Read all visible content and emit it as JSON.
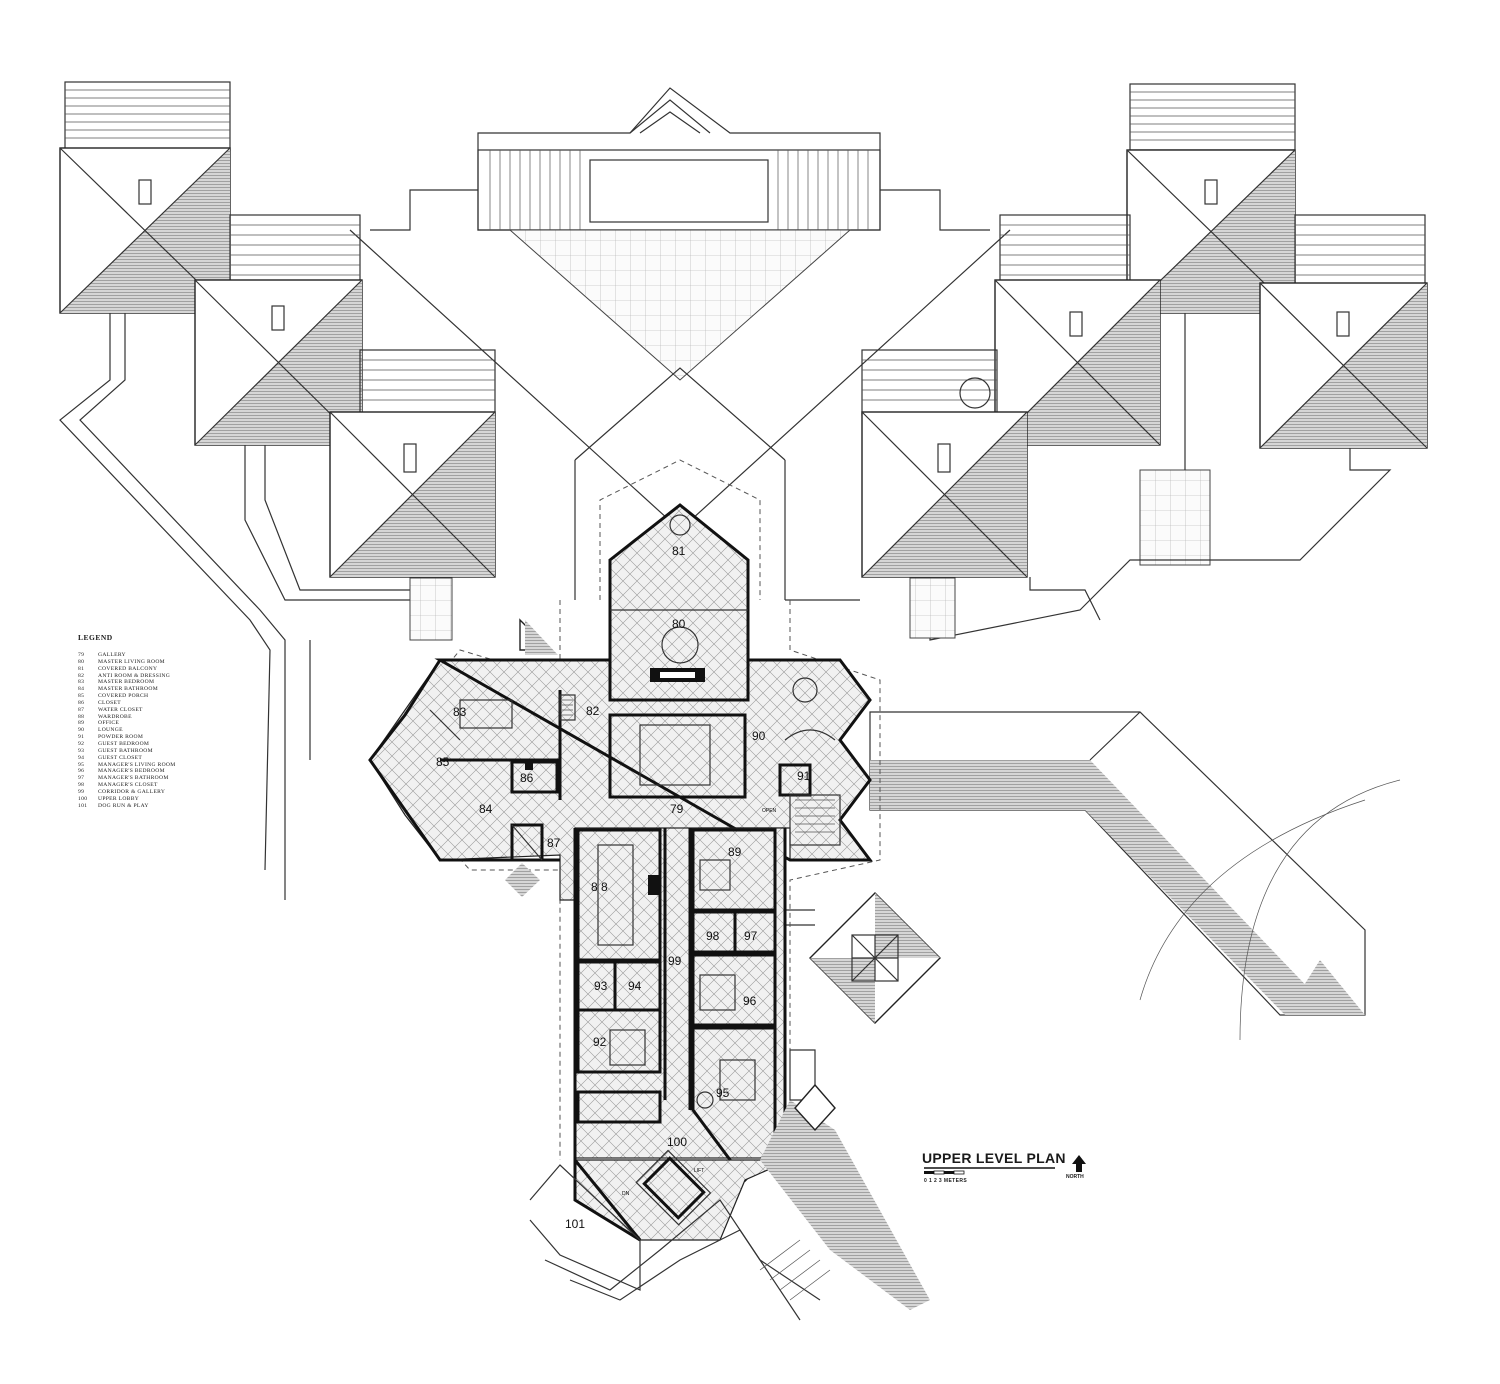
{
  "legend": {
    "title": "LEGEND",
    "items": [
      {
        "num": "79",
        "label": "GALLERY"
      },
      {
        "num": "80",
        "label": "MASTER LIVING ROOM"
      },
      {
        "num": "81",
        "label": "COVERED BALCONY"
      },
      {
        "num": "82",
        "label": "ANTI ROOM & DRESSING"
      },
      {
        "num": "83",
        "label": "MASTER BEDROOM"
      },
      {
        "num": "84",
        "label": "MASTER BATHROOM"
      },
      {
        "num": "85",
        "label": "COVERED PORCH"
      },
      {
        "num": "86",
        "label": "CLOSET"
      },
      {
        "num": "87",
        "label": "WATER CLOSET"
      },
      {
        "num": "88",
        "label": "WARDROBE"
      },
      {
        "num": "89",
        "label": "OFFICE"
      },
      {
        "num": "90",
        "label": "LOUNGE"
      },
      {
        "num": "91",
        "label": "POWDER ROOM"
      },
      {
        "num": "92",
        "label": "GUEST BEDROOM"
      },
      {
        "num": "93",
        "label": "GUEST BATHROOM"
      },
      {
        "num": "94",
        "label": "GUEST CLOSET"
      },
      {
        "num": "95",
        "label": "MANAGER'S LIVING ROOM"
      },
      {
        "num": "96",
        "label": "MANAGER'S BEDROOM"
      },
      {
        "num": "97",
        "label": "MANAGER'S BATHROOM"
      },
      {
        "num": "98",
        "label": "MANAGER'S CLOSET"
      },
      {
        "num": "99",
        "label": "CORRIDOR & GALLERY"
      },
      {
        "num": "100",
        "label": "UPPER LOBBY"
      },
      {
        "num": "101",
        "label": "DOG RUN & PLAY"
      }
    ]
  },
  "rooms": {
    "r79": "79",
    "r80": "80",
    "r81": "81",
    "r82": "82",
    "r83": "83",
    "r84": "84",
    "r85": "85",
    "r86": "86",
    "r87": "87",
    "r88": "8 8",
    "r89": "89",
    "r90": "90",
    "r91": "91",
    "r92": "92",
    "r93": "93",
    "r94": "94",
    "r95": "95",
    "r96": "96",
    "r97": "97",
    "r98": "98",
    "r99": "99",
    "r100": "100",
    "r101": "101"
  },
  "labels": {
    "plan_title": "UPPER LEVEL PLAN",
    "scale_label": "0   1   2   3   METERS",
    "north_label": "NORTH",
    "lift": "LIFT",
    "dn": "DN",
    "open": "OPEN"
  }
}
